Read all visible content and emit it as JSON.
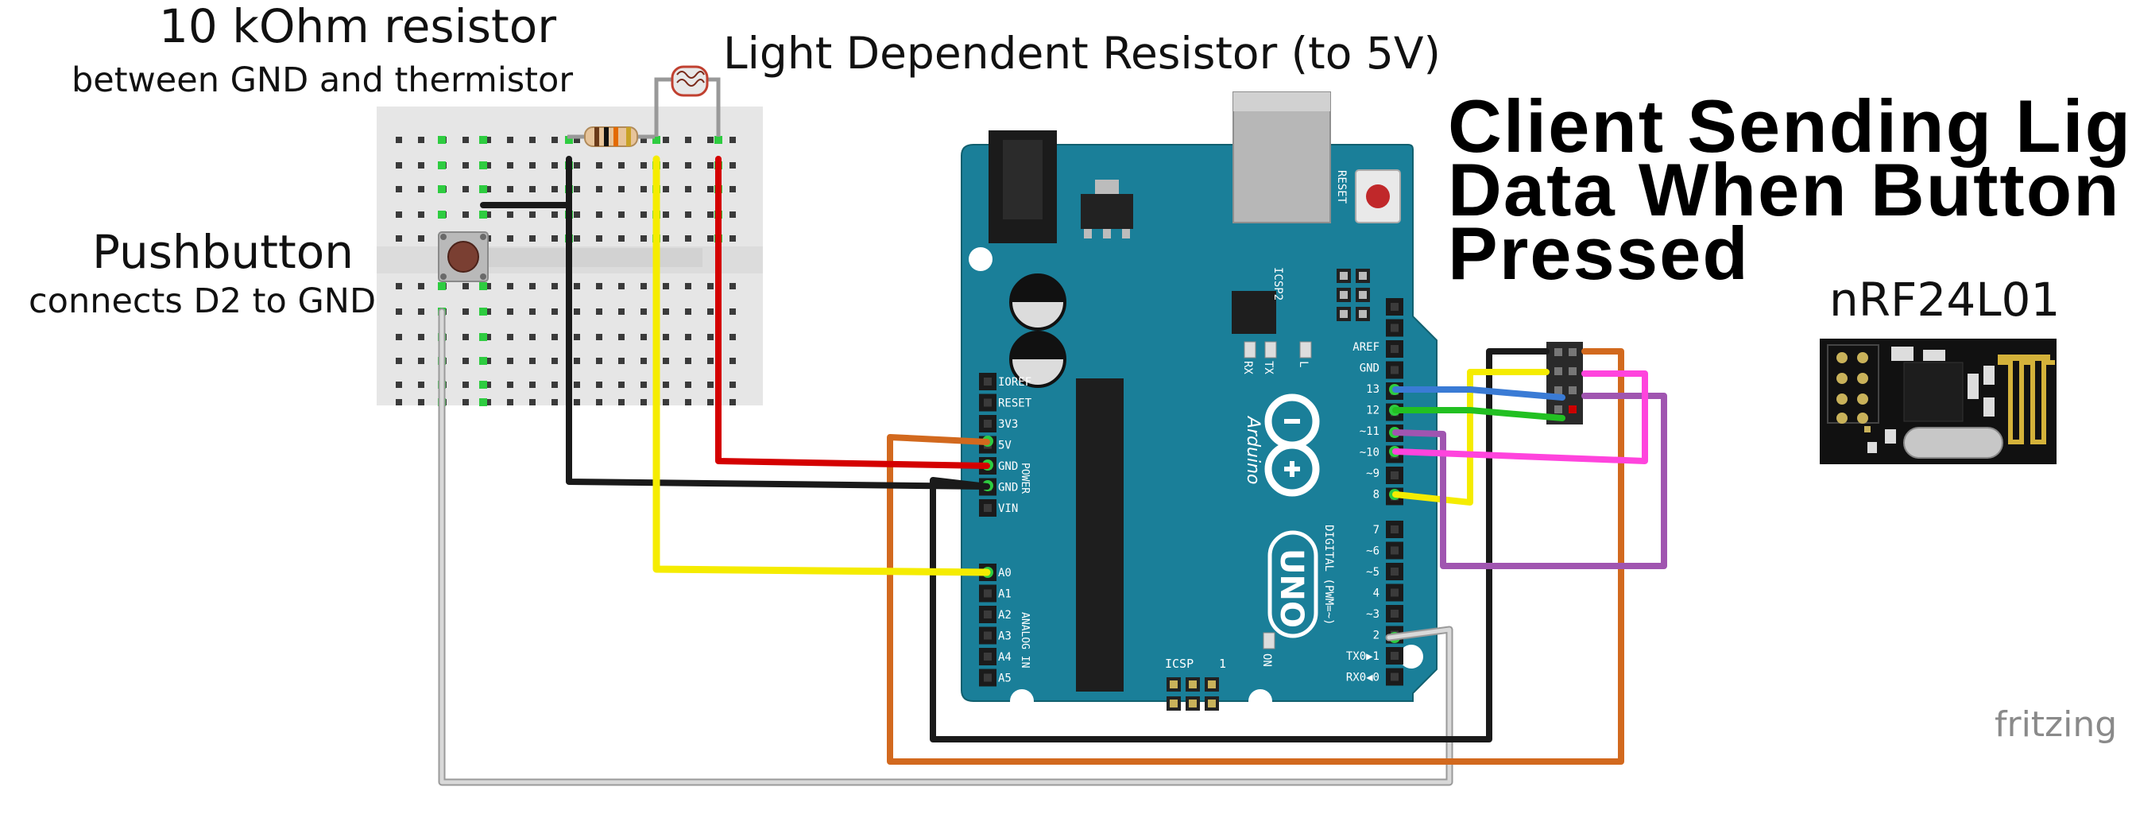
{
  "labels": {
    "resistor_title": "10 kOhm resistor",
    "resistor_sub": "between GND and thermistor",
    "ldr": "Light Dependent Resistor (to 5V)",
    "pushbutton_title": "Pushbutton",
    "pushbutton_sub": "connects D2 to GND",
    "nrf": "nRF24L01",
    "heading_line1": "Client Sending Light",
    "heading_line2": "Data When Button",
    "heading_line3": "Pressed",
    "watermark": "fritzing"
  },
  "arduino": {
    "brand": "Arduino",
    "model": "UNO",
    "reset": "RESET",
    "icsp2": "ICSP2",
    "icsp": "ICSP",
    "icsp_pin1": "1",
    "rx": "RX",
    "tx": "TX",
    "l": "L",
    "on": "ON",
    "power_group": "POWER",
    "analog_group": "ANALOG IN",
    "digital_group": "DIGITAL (PWM=~)",
    "power_pins": [
      "IOREF",
      "RESET",
      "3V3",
      "5V",
      "GND",
      "GND",
      "VIN"
    ],
    "analog_pins": [
      "A0",
      "A1",
      "A2",
      "A3",
      "A4",
      "A5"
    ],
    "digital_top_pins": [
      "AREF",
      "GND",
      "13",
      "12",
      "~11",
      "~10",
      "~9",
      "8"
    ],
    "digital_bottom_pins": [
      "7",
      "~6",
      "~5",
      "4",
      "~3",
      "2",
      "TX0▶1",
      "RX0◀0"
    ]
  },
  "colors": {
    "board": "#1a7f99",
    "breadboard": "#e6e6e6",
    "wire_black": "#1a1a1a",
    "wire_red": "#d40000",
    "wire_yellow": "#f5ec00",
    "wire_orange": "#d2691e",
    "wire_gray": "#bdbdbd",
    "wire_blue": "#3a7bd5",
    "wire_green": "#22c022",
    "wire_magenta": "#ff44dd",
    "wire_purple": "#a055b0"
  }
}
